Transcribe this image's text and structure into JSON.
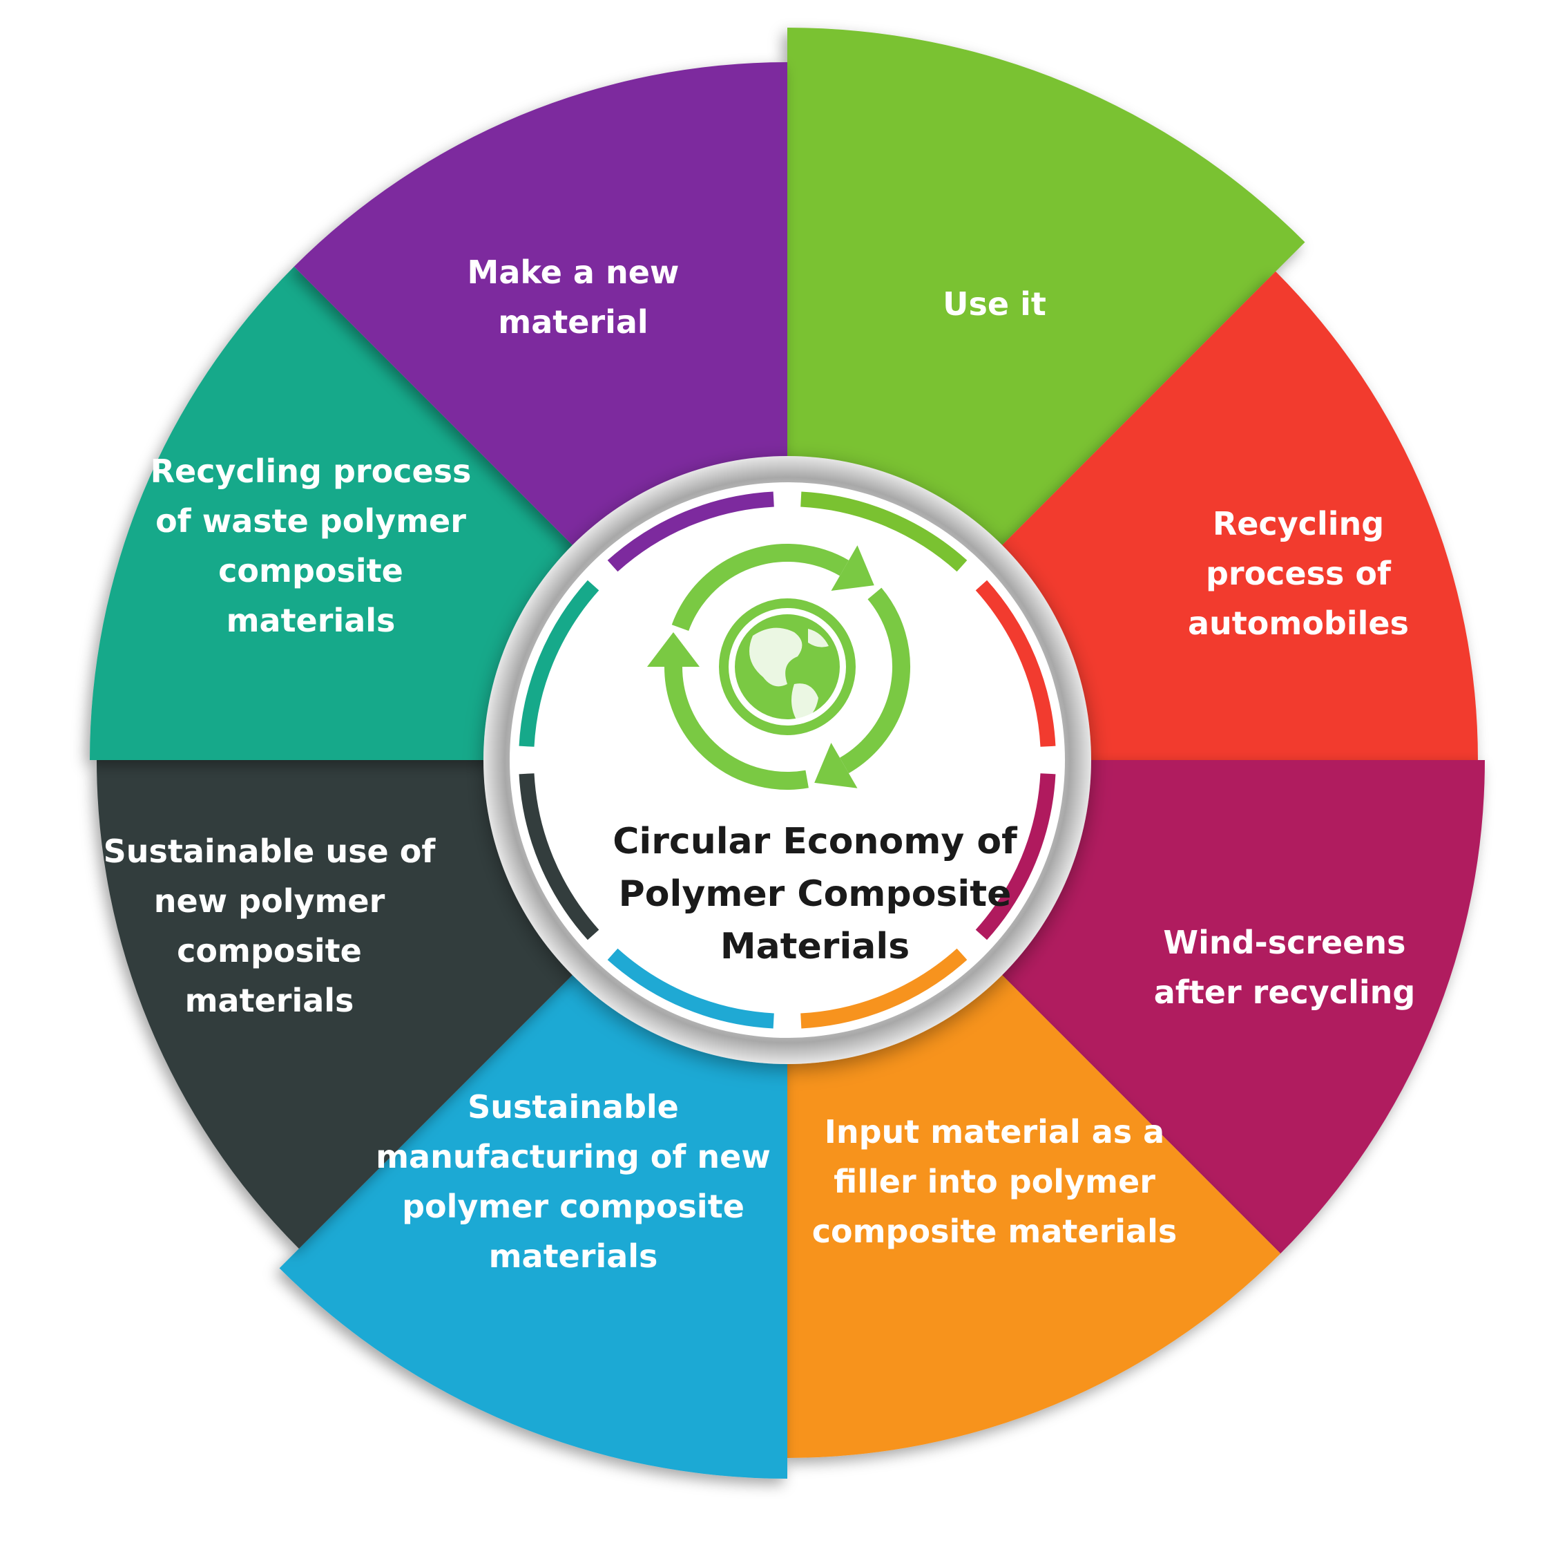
{
  "center": {
    "title_lines": [
      "Circular Economy of",
      "Polymer Composite",
      "Materials"
    ],
    "icon": "globe-recycle-icon",
    "icon_color": "#7ac943"
  },
  "petals": [
    {
      "id": "make-new-material",
      "label_lines": [
        "Make a new",
        "material"
      ],
      "color": "#7ac231"
    },
    {
      "id": "use-it",
      "label_lines": [
        "Use it"
      ],
      "color": "#f23b2f"
    },
    {
      "id": "recycling-automobiles",
      "label_lines": [
        "Recycling",
        "process of",
        "automobiles"
      ],
      "color": "#b01a5e"
    },
    {
      "id": "wind-screens",
      "label_lines": [
        "Wind-screens",
        "after recycling"
      ],
      "color": "#f7931e"
    },
    {
      "id": "input-filler",
      "label_lines": [
        "Input material as a",
        "filler into polymer",
        "composite materials"
      ],
      "color": "#1fa9d4"
    },
    {
      "id": "sustainable-manufacturing",
      "label_lines": [
        "Sustainable",
        "manufacturing of new",
        "polymer composite",
        "materials"
      ],
      "color": "#333d3d"
    },
    {
      "id": "sustainable-use",
      "label_lines": [
        "Sustainable use of",
        "new polymer",
        "composite",
        "materials"
      ],
      "color": "#16a98a"
    },
    {
      "id": "recycling-waste",
      "label_lines": [
        "Recycling process",
        "of waste polymer",
        "composite",
        "materials"
      ],
      "color": "#7d2a9e"
    }
  ]
}
